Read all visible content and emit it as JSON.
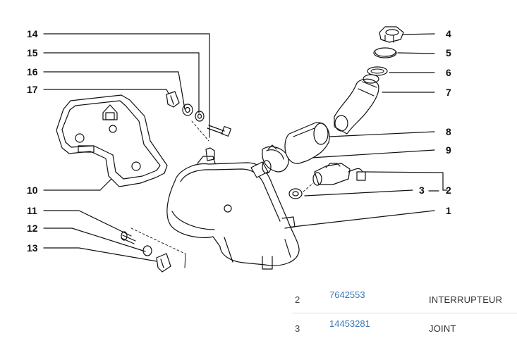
{
  "callouts": {
    "c14": "14",
    "c15": "15",
    "c16": "16",
    "c17": "17",
    "c10": "10",
    "c11": "11",
    "c12": "12",
    "c13": "13",
    "c4": "4",
    "c5": "5",
    "c6": "6",
    "c7": "7",
    "c8": "8",
    "c9": "9",
    "c2": "2",
    "c3": "3",
    "c1": "1"
  },
  "parts": [
    {
      "ref": "2",
      "number": "7642553",
      "description": "INTERRUPTEUR"
    },
    {
      "ref": "3",
      "number": "14453281",
      "description": "JOINT"
    }
  ]
}
